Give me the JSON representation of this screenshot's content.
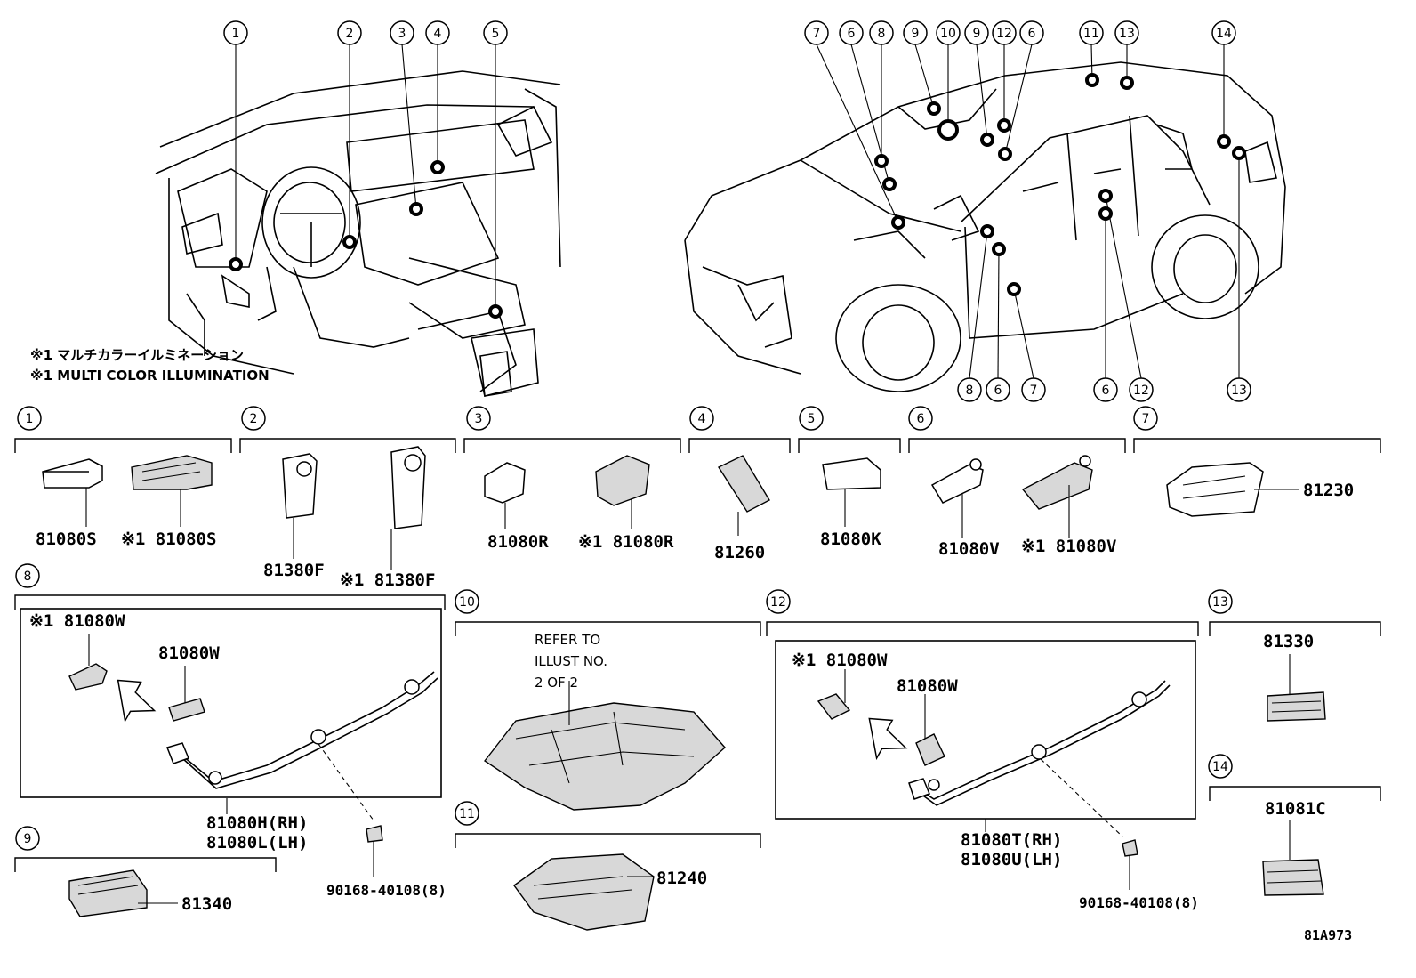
{
  "callout_numbers": [
    "1",
    "2",
    "3",
    "4",
    "5",
    "6",
    "7",
    "8",
    "9",
    "10",
    "11",
    "12",
    "13",
    "14"
  ],
  "notes": {
    "jp": "※1 マルチカラーイルミネーション",
    "en": "※1 MULTI COLOR ILLUMINATION"
  },
  "parts": {
    "p1a": "81080S",
    "p1b": "※1 81080S",
    "p2a": "81380F",
    "p2b": "※1 81380F",
    "p3a": "81080R",
    "p3b": "※1 81080R",
    "p4": "81260",
    "p5": "81080K",
    "p6a": "81080V",
    "p6b": "※1 81080V",
    "p7": "81230",
    "p8a": "※1 81080W",
    "p8b": "81080W",
    "p8c_rh": "81080H(RH)",
    "p8c_lh": "81080L(LH)",
    "p8d": "90168-40108(8)",
    "p9": "81340",
    "p10_refer": [
      "REFER TO",
      "ILLUST NO.",
      "2 OF 2"
    ],
    "p11": "81240",
    "p12a": "※1 81080W",
    "p12b": "81080W",
    "p12c_rh": "81080T(RH)",
    "p12c_lh": "81080U(LH)",
    "p12d": "90168-40108(8)",
    "p13": "81330",
    "p14": "81081C"
  },
  "diagram_code": "81A973"
}
